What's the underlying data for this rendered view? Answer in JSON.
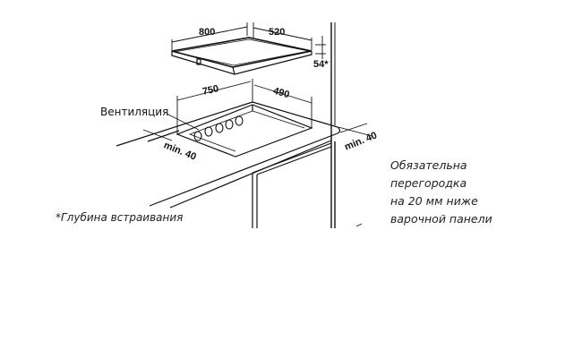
{
  "dimensions": {
    "hob_width": "800",
    "hob_depth": "520",
    "hob_height": "54*",
    "cutout_width": "750",
    "cutout_depth": "490",
    "min_left": "min. 40",
    "min_right": "min. 40"
  },
  "labels": {
    "ventilation": "Вентиляция",
    "depth_note": "*Глубина встраивания",
    "partition_note": [
      "Обязательна",
      "перегородка",
      "на 20 мм ниже",
      "варочной панели"
    ]
  }
}
